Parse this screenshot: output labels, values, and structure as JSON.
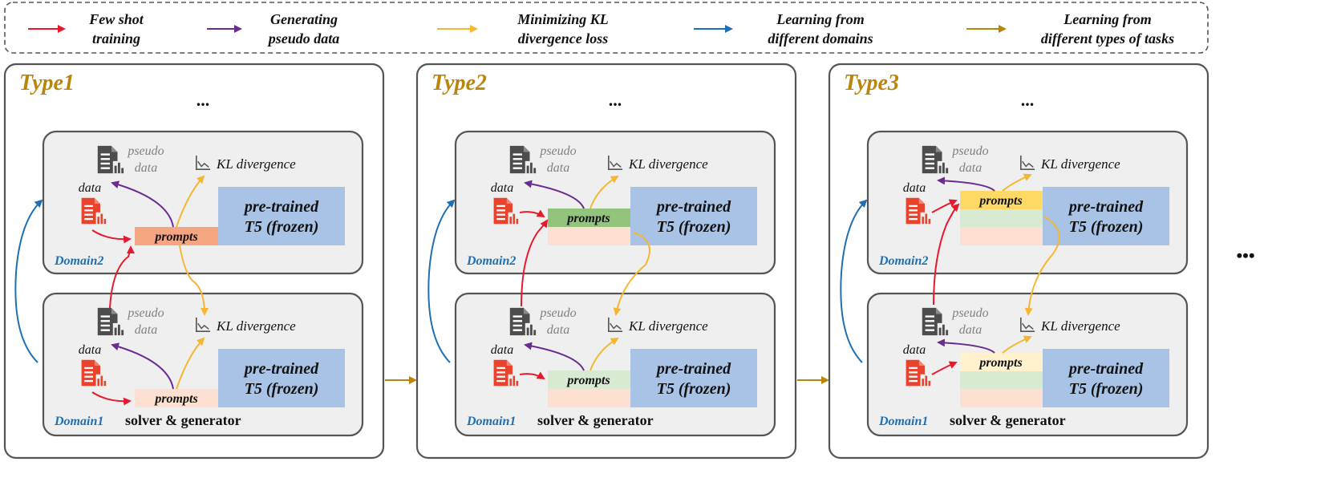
{
  "legend": {
    "few_shot": [
      "Few shot",
      "training"
    ],
    "generating": [
      "Generating",
      "pseudo data"
    ],
    "minimizing": [
      "Minimizing KL",
      "divergence loss"
    ],
    "domains": [
      "Learning from",
      "different domains"
    ],
    "task_types": [
      "Learning from",
      "different types of tasks"
    ]
  },
  "types": [
    {
      "title": "Type1",
      "ellipsis": "..."
    },
    {
      "title": "Type2",
      "ellipsis": "..."
    },
    {
      "title": "Type3",
      "ellipsis": "..."
    }
  ],
  "labels": {
    "domain2": "Domain2",
    "domain1": "Domain1",
    "solver": "solver & generator",
    "pseudo": [
      "pseudo",
      "data"
    ],
    "data": "data",
    "kl": "KL divergence",
    "t5": [
      "pre-trained",
      "T5 (frozen)"
    ],
    "prompts": "prompts",
    "trailing_ellipsis": "•••"
  },
  "colors": {
    "few_shot": "#e8192c",
    "generating": "#6a2c91",
    "minimizing": "#f5b731",
    "domains": "#1f6fb3",
    "task_types": "#b8860b",
    "t5_block": "#a9c3e6",
    "prompt_orange": "#f4a582",
    "prompt_peach": "#fde0d2",
    "prompt_green": "#93c47d",
    "prompt_lightgreen": "#d9ead3",
    "prompt_yellow": "#ffd966",
    "prompt_lightyellow": "#fff2cc"
  }
}
